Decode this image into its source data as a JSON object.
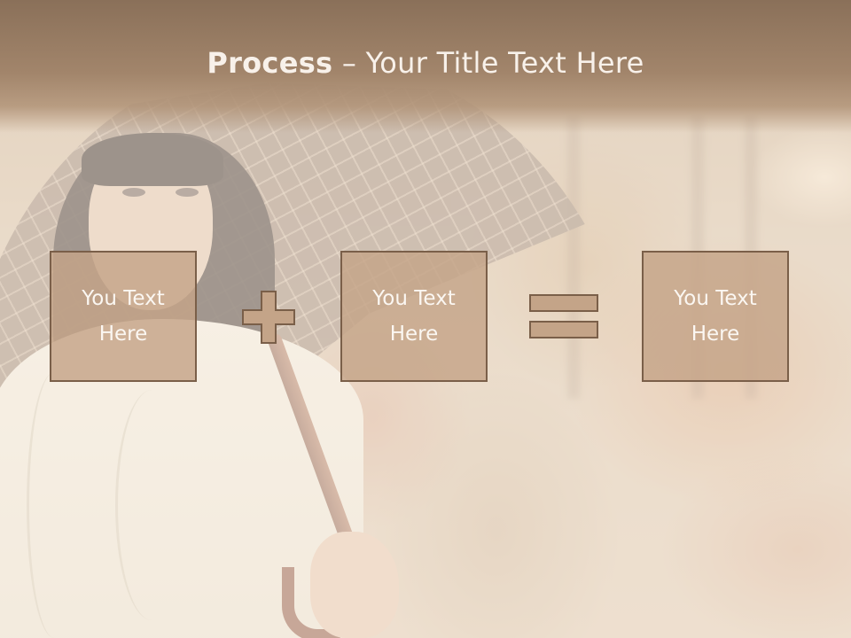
{
  "slide": {
    "title_bold": "Process",
    "title_rest": " – Your Title Text Here"
  },
  "process": {
    "boxes": [
      {
        "label": "You Text Here"
      },
      {
        "label": "You Text Here"
      },
      {
        "label": "You Text Here"
      }
    ],
    "operators": [
      "plus-icon",
      "equals-icon"
    ]
  },
  "colors": {
    "title_bar": "#a2856b",
    "box_fill": "#c4a488",
    "box_border": "#7a5f49",
    "text_light": "#f8f1ea"
  }
}
